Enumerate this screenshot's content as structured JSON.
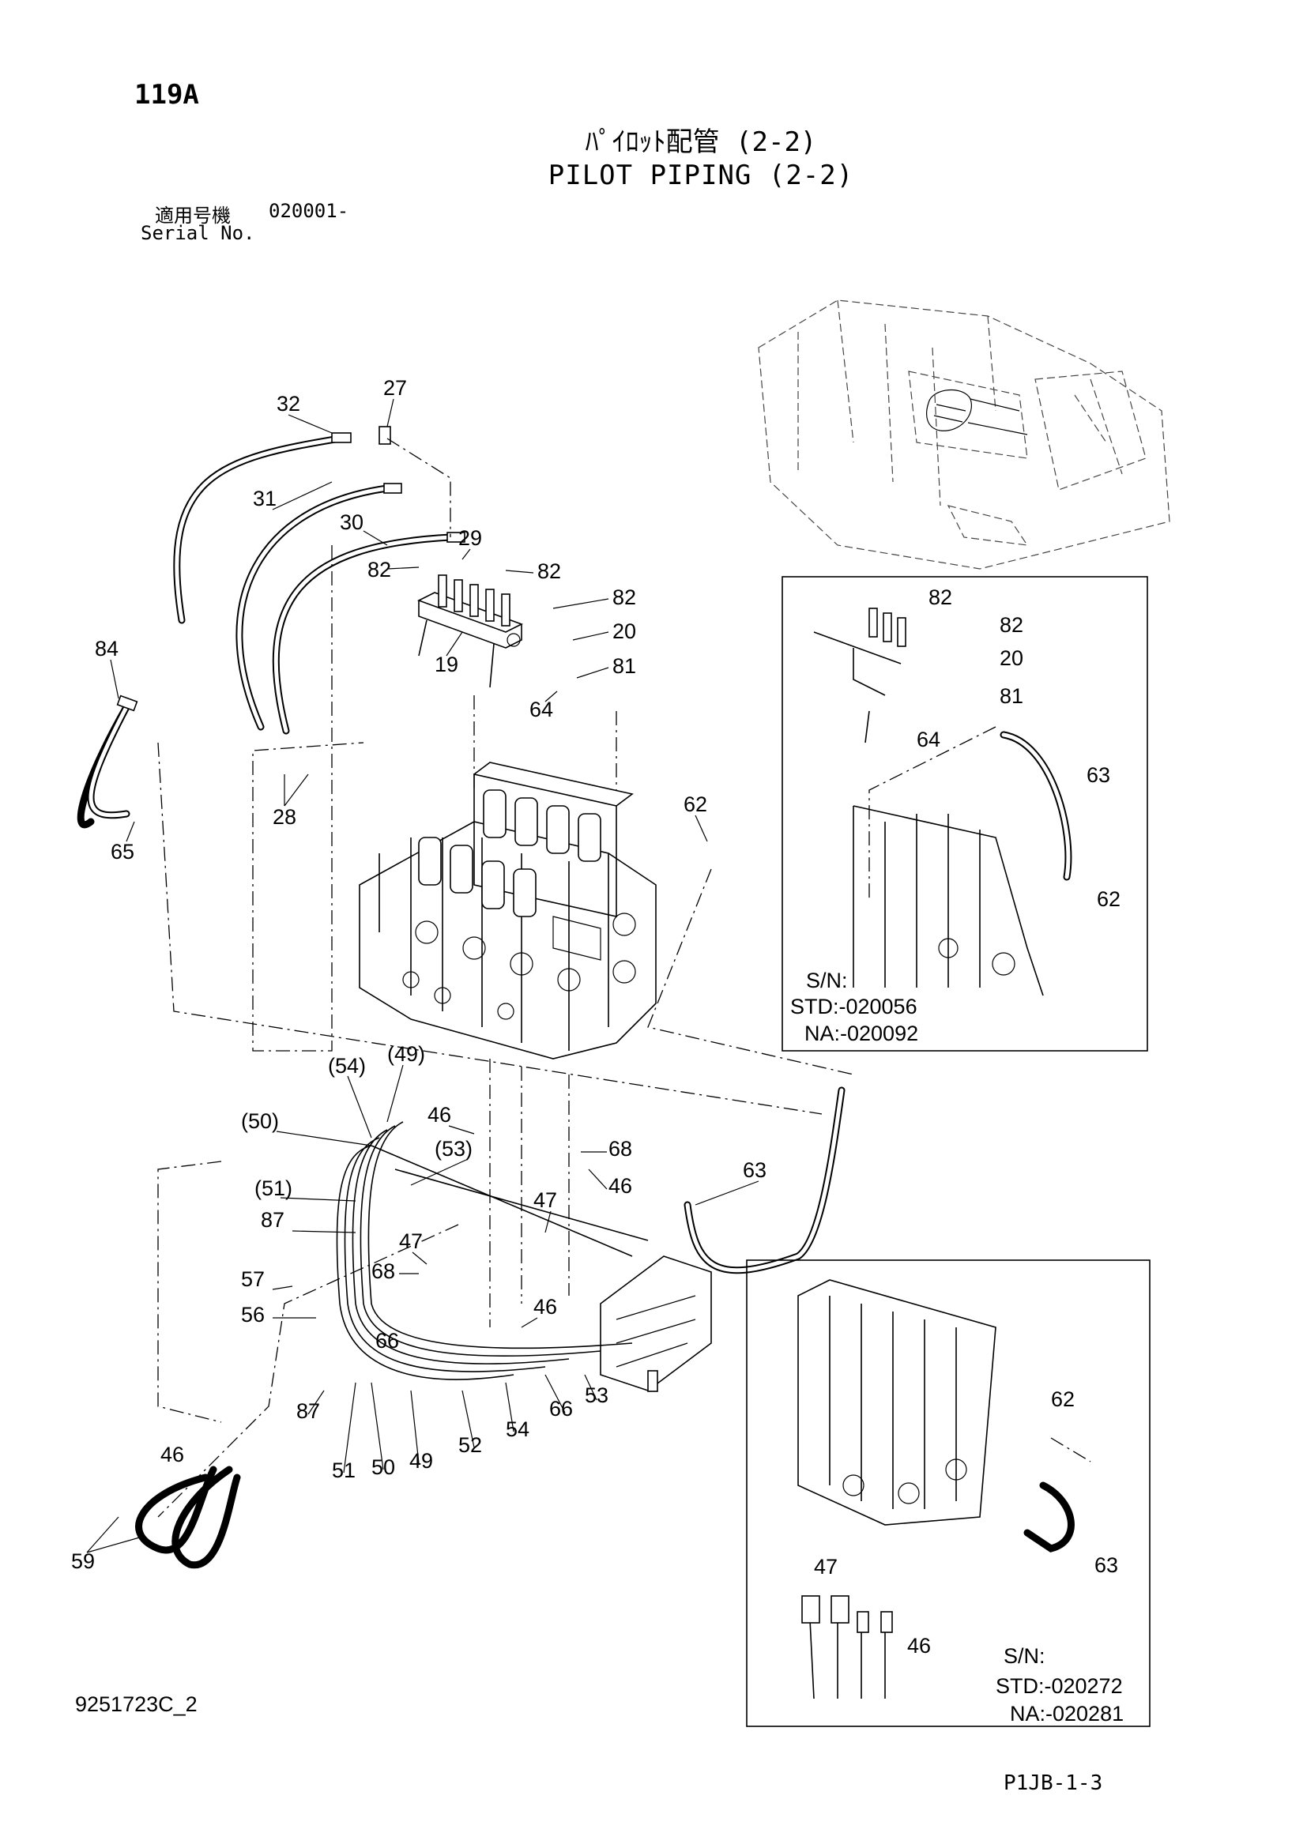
{
  "header": {
    "page_no": "119A",
    "title_jp": "ﾊﾟｲﾛｯﾄ配管 (2-2)",
    "title_en": "PILOT PIPING (2-2)",
    "serial_label_jp": "適用号機",
    "serial_value": "020001-",
    "serial_label_en": "Serial No."
  },
  "callouts": {
    "c19": "19",
    "c20": "20",
    "c27": "27",
    "c28": "28",
    "c29": "29",
    "c30": "30",
    "c31": "31",
    "c32": "32",
    "c46a": "46",
    "c46b": "46",
    "c46c": "46",
    "c46d": "46",
    "c47": "47",
    "c47b": "47",
    "c49": "(49)",
    "c49b": "49",
    "c50": "(50)",
    "c50b": "50",
    "c51": "(51)",
    "c51b": "51",
    "c52": "52",
    "c53": "(53)",
    "c53b": "53",
    "c54": "(54)",
    "c54b": "54",
    "c56": "56",
    "c57": "57",
    "c59": "59",
    "c62": "62",
    "c63": "63",
    "c64": "64",
    "c65": "65",
    "c66": "66",
    "c66b": "66",
    "c68": "68",
    "c68b": "68",
    "c81": "81",
    "c82a": "82",
    "c82b": "82",
    "c82c": "82",
    "c84": "84",
    "c87": "87",
    "c87b": "87"
  },
  "inset1": {
    "c82a": "82",
    "c82b": "82",
    "c20": "20",
    "c81": "81",
    "c64": "64",
    "c63": "63",
    "c62": "62",
    "sn_label": "S/N:",
    "std": "STD:-020056",
    "na": "NA:-020092"
  },
  "inset2": {
    "c62": "62",
    "c63": "63",
    "c47": "47",
    "c46": "46",
    "sn_label": "S/N:",
    "std": "STD:-020272",
    "na": "NA:-020281"
  },
  "footer": {
    "doc_code": "9251723C_2",
    "page_ref": "P1JB-1-3"
  }
}
